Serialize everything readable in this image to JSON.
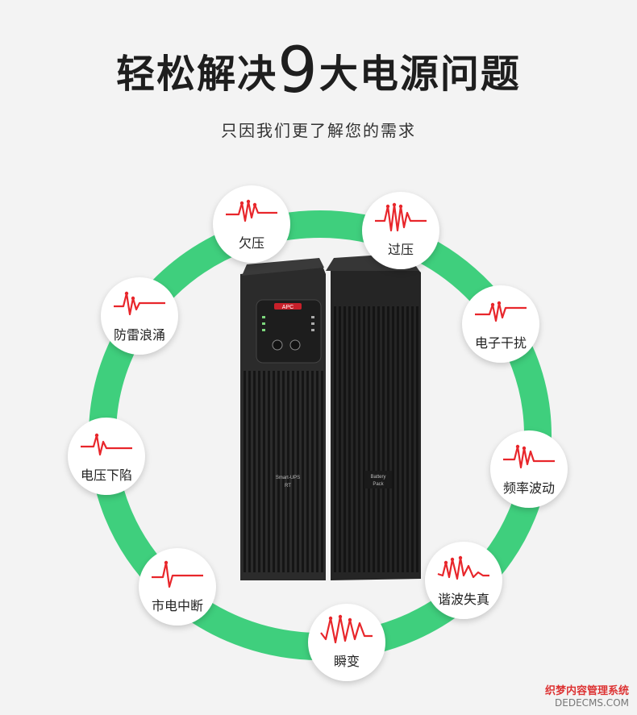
{
  "header": {
    "title_before": "轻松解决",
    "title_number": "9",
    "title_after": "大电源问题",
    "subtitle": "只因我们更了解您的需求"
  },
  "colors": {
    "ring": "#3fcf7d",
    "wave": "#e8262b",
    "node_bg": "#ffffff",
    "ups_body": "#2a2a2a"
  },
  "problems": [
    {
      "label": "欠压",
      "wave": "undervoltage-wave-icon"
    },
    {
      "label": "过压",
      "wave": "overvoltage-wave-icon"
    },
    {
      "label": "电子干扰",
      "wave": "interference-wave-icon"
    },
    {
      "label": "频率波动",
      "wave": "frequency-wave-icon"
    },
    {
      "label": "谐波失真",
      "wave": "harmonic-wave-icon"
    },
    {
      "label": "瞬变",
      "wave": "transient-wave-icon"
    },
    {
      "label": "市电中断",
      "wave": "outage-wave-icon"
    },
    {
      "label": "电压下陷",
      "wave": "sag-wave-icon"
    },
    {
      "label": "防雷浪涌",
      "wave": "surge-wave-icon"
    }
  ],
  "product": {
    "logo": "APC",
    "model_label": "Smart-UPS",
    "model_sub": "RT",
    "battery_label": "Battery",
    "battery_sub": "Pack"
  },
  "watermark": {
    "line1": "织梦内容管理系统",
    "line2": "DEDECMS.COM"
  }
}
